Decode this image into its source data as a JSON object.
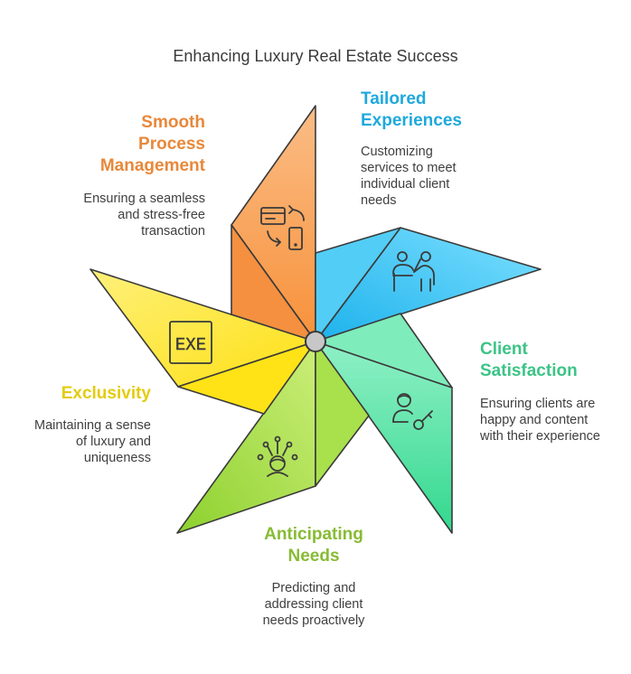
{
  "title": "Enhancing Luxury Real Estate Success",
  "items": [
    {
      "title": "Smooth\nProcess\nManagement",
      "desc": "Ensuring a seamless\nand stress-free\ntransaction",
      "color": "#e8883a",
      "icon": "process-transfer-icon"
    },
    {
      "title": "Tailored\nExperiences",
      "desc": "Customizing\nservices to meet\nindividual client\nneeds",
      "color": "#1fa9dc",
      "icon": "presenter-icon"
    },
    {
      "title": "Client\nSatisfaction",
      "desc": "Ensuring clients are\nhappy and content\nwith their experience",
      "color": "#3cc487",
      "icon": "client-key-icon"
    },
    {
      "title": "Anticipating\nNeeds",
      "desc": "Predicting and\naddressing client\nneeds proactively",
      "color": "#88bb35",
      "icon": "idea-network-icon"
    },
    {
      "title": "Exclusivity",
      "desc": "Maintaining a sense\nof luxury and\nuniqueness",
      "color": "#e3cc10",
      "icon": "exe-icon",
      "icon_text": "EXE"
    }
  ]
}
